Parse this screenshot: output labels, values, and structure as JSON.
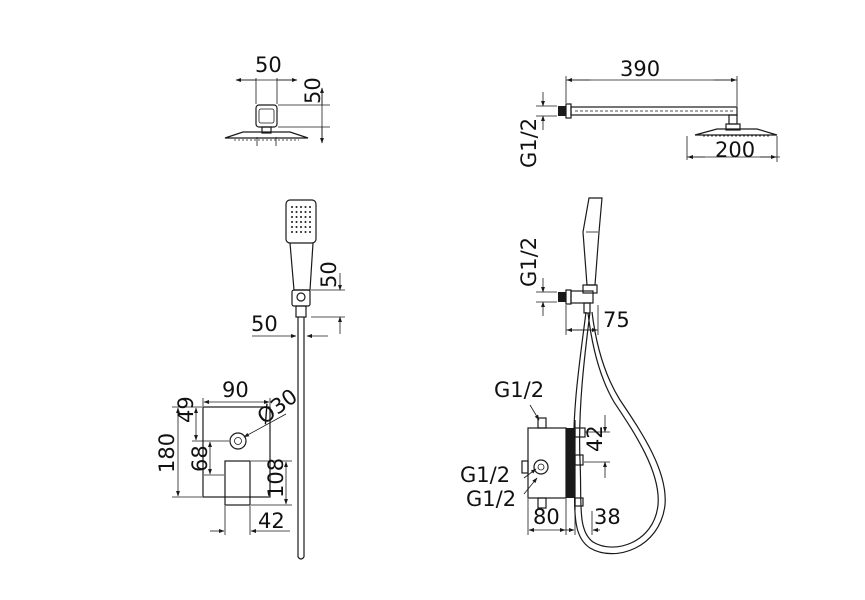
{
  "labels": {
    "head_top_w": "50",
    "head_top_h": "50",
    "arm_len": "390",
    "arm_thread": "G1/2",
    "head_size": "200",
    "hand_h": "50",
    "hand_w": "50",
    "hand_thread": "G1/2",
    "hand_depth": "75",
    "valve_w": "90",
    "valve_dia": "Ø30",
    "valve_top": "49",
    "valve_h": "180",
    "valve_mid": "68",
    "valve_lower": "108",
    "valve_bw": "42",
    "body_thread_top": "G1/2",
    "body_thread_mid": "G1/2",
    "body_thread_bot": "G1/2",
    "body_depth": "42",
    "body_w": "80",
    "body_off": "38"
  }
}
